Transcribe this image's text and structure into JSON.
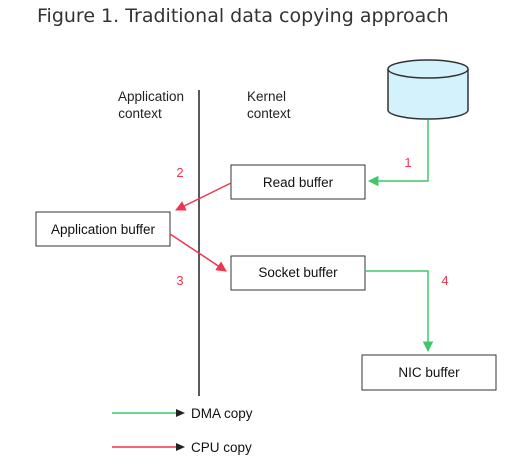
{
  "caption": "Figure 1. Traditional data copying approach",
  "contexts": {
    "application": [
      "Application",
      "context"
    ],
    "kernel": [
      "Kernel",
      "context"
    ]
  },
  "boxes": {
    "read_buffer": "Read buffer",
    "application_buffer": "Application buffer",
    "socket_buffer": "Socket buffer",
    "nic_buffer": "NIC buffer"
  },
  "steps": [
    "1",
    "2",
    "3",
    "4"
  ],
  "legend": {
    "dma": "DMA copy",
    "cpu": "CPU copy"
  },
  "icons": {
    "disk": "disk-cylinder-icon"
  },
  "colors": {
    "dma": "#3ec86a",
    "cpu": "#f0354f",
    "disk_fill": "#d4f2fb",
    "line": "#222222"
  }
}
